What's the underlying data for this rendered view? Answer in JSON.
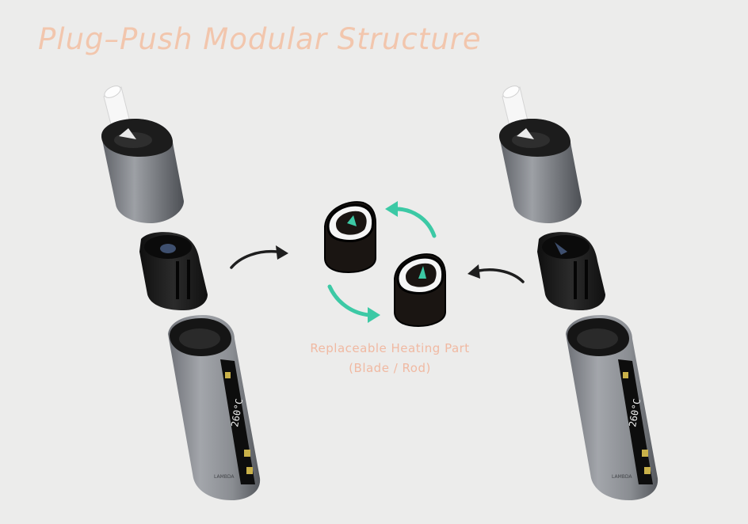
{
  "title": "Plug–Push Modular Structure",
  "caption": {
    "line1": "Replaceable Heating Part",
    "line2": "(Blade / Rod)"
  },
  "device_display": {
    "temperature": "260°C"
  },
  "device_brand": "LAMBDA",
  "colors": {
    "background": "#ececeb",
    "title": "#f2c6ad",
    "caption": "#f0b9a2",
    "accent_arrow": "#3cc9a5",
    "dark_arrow": "#1e1e1e",
    "device_body": "#8a8d92",
    "insert_black": "#1b1b1b"
  },
  "icons": [
    "curved-arrow-icon",
    "cycle-arrow-icon",
    "heating-blade-icon"
  ]
}
